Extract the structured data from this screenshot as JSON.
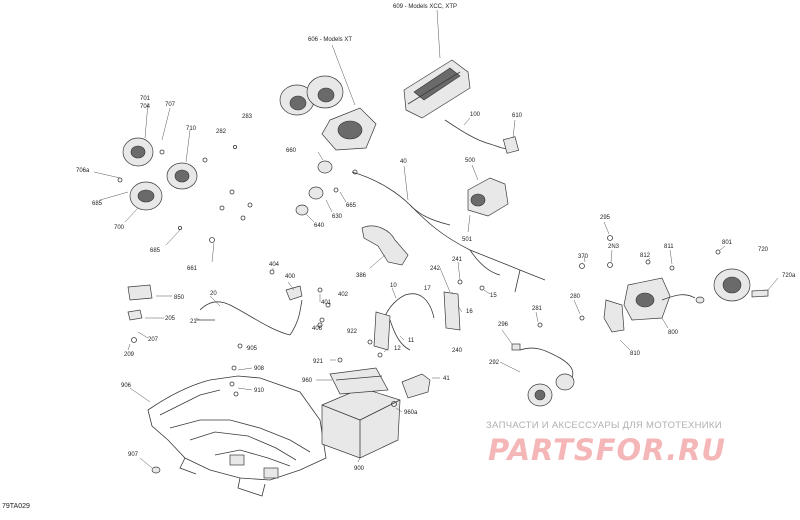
{
  "callouts": [
    {
      "id": "c609",
      "text": "609 - Models XCC, XTP"
    },
    {
      "id": "c606",
      "text": "606 - Models XT"
    },
    {
      "id": "c701",
      "text": "701"
    },
    {
      "id": "c704",
      "text": "704"
    },
    {
      "id": "c707",
      "text": "707"
    },
    {
      "id": "c710",
      "text": "710"
    },
    {
      "id": "c282",
      "text": "282"
    },
    {
      "id": "c283",
      "text": "283"
    },
    {
      "id": "c706a",
      "text": "706a"
    },
    {
      "id": "c685a",
      "text": "685"
    },
    {
      "id": "c700",
      "text": "700"
    },
    {
      "id": "c685b",
      "text": "685"
    },
    {
      "id": "c661",
      "text": "661"
    },
    {
      "id": "c660",
      "text": "660"
    },
    {
      "id": "c665",
      "text": "665"
    },
    {
      "id": "c630",
      "text": "630"
    },
    {
      "id": "c640",
      "text": "640"
    },
    {
      "id": "c40",
      "text": "40"
    },
    {
      "id": "c100",
      "text": "100"
    },
    {
      "id": "c610",
      "text": "610"
    },
    {
      "id": "c500",
      "text": "500"
    },
    {
      "id": "c501",
      "text": "501"
    },
    {
      "id": "c386",
      "text": "386"
    },
    {
      "id": "c295",
      "text": "295"
    },
    {
      "id": "c2n3",
      "text": "2N3"
    },
    {
      "id": "c370",
      "text": "370"
    },
    {
      "id": "c812",
      "text": "812"
    },
    {
      "id": "c811",
      "text": "811"
    },
    {
      "id": "c801",
      "text": "801"
    },
    {
      "id": "c720",
      "text": "720"
    },
    {
      "id": "c720a",
      "text": "720a"
    },
    {
      "id": "c404",
      "text": "404"
    },
    {
      "id": "c400",
      "text": "400"
    },
    {
      "id": "c401",
      "text": "401"
    },
    {
      "id": "c402",
      "text": "402"
    },
    {
      "id": "c241",
      "text": "241"
    },
    {
      "id": "c242",
      "text": "242"
    },
    {
      "id": "c15",
      "text": "15"
    },
    {
      "id": "c280",
      "text": "280"
    },
    {
      "id": "c281",
      "text": "281"
    },
    {
      "id": "c850",
      "text": "850"
    },
    {
      "id": "c20",
      "text": "20"
    },
    {
      "id": "c205",
      "text": "205"
    },
    {
      "id": "c21",
      "text": "21"
    },
    {
      "id": "c207",
      "text": "207"
    },
    {
      "id": "c209",
      "text": "209"
    },
    {
      "id": "c10",
      "text": "10"
    },
    {
      "id": "c17",
      "text": "17"
    },
    {
      "id": "c16",
      "text": "16"
    },
    {
      "id": "c406",
      "text": "406"
    },
    {
      "id": "c922",
      "text": "922"
    },
    {
      "id": "c11",
      "text": "11"
    },
    {
      "id": "c12",
      "text": "12"
    },
    {
      "id": "c240",
      "text": "240"
    },
    {
      "id": "c296",
      "text": "296"
    },
    {
      "id": "c800",
      "text": "800"
    },
    {
      "id": "c810",
      "text": "810"
    },
    {
      "id": "c905",
      "text": "905"
    },
    {
      "id": "c921",
      "text": "921"
    },
    {
      "id": "c908",
      "text": "908"
    },
    {
      "id": "c910",
      "text": "910"
    },
    {
      "id": "c41",
      "text": "41"
    },
    {
      "id": "c292",
      "text": "292"
    },
    {
      "id": "c906",
      "text": "906"
    },
    {
      "id": "c960",
      "text": "960"
    },
    {
      "id": "c960a",
      "text": "960a"
    },
    {
      "id": "c907",
      "text": "907"
    },
    {
      "id": "c900",
      "text": "900"
    }
  ],
  "watermark": {
    "tagline": "ЗАПЧАСТИ И АКСЕССУАРЫ ДЛЯ МОТОТЕХНИКИ",
    "logo": "PARTSFOR.RU"
  },
  "figure_code": "79TA029"
}
